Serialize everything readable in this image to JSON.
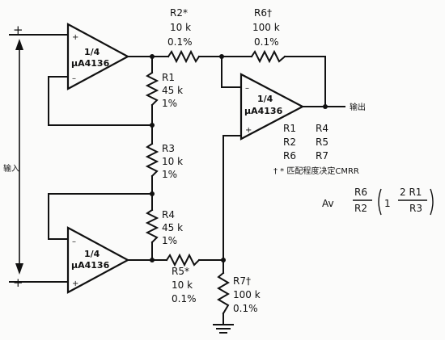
{
  "opamps": {
    "top": {
      "fraction": "1/4",
      "part": "μA4136",
      "inv": "–",
      "noninv": "+"
    },
    "bottom": {
      "fraction": "1/4",
      "part": "μA4136",
      "inv": "–",
      "noninv": "+"
    },
    "output": {
      "fraction": "1/4",
      "part": "μA4136",
      "inv": "–",
      "noninv": "+"
    }
  },
  "resistors": {
    "r1": {
      "name": "R1",
      "value": "45 k",
      "tol": "1%"
    },
    "r2": {
      "name": "R2*",
      "value": "10 k",
      "tol": "0.1%"
    },
    "r3": {
      "name": "R3",
      "value": "10 k",
      "tol": "1%"
    },
    "r4": {
      "name": "R4",
      "value": "45 k",
      "tol": "1%"
    },
    "r5": {
      "name": "R5*",
      "value": "10 k",
      "tol": "0.1%"
    },
    "r6": {
      "name": "R6†",
      "value": "100 k",
      "tol": "0.1%"
    },
    "r7": {
      "name": "R7†",
      "value": "100 k",
      "tol": "0.1%"
    }
  },
  "input": {
    "label": "输入",
    "plus_top": "+",
    "plus_bottom": "+"
  },
  "output": {
    "label": "输出"
  },
  "conditions": [
    {
      "left": "R1",
      "right": "R4"
    },
    {
      "left": "R2",
      "right": "R5"
    },
    {
      "left": "R6",
      "right": "R7"
    }
  ],
  "footnote": "† * 匹配程度决定CMRR",
  "formula": {
    "av": "Av",
    "num1": "R6",
    "den1": "R2",
    "one": "1",
    "num2": "2 R1",
    "den2": "R3"
  }
}
